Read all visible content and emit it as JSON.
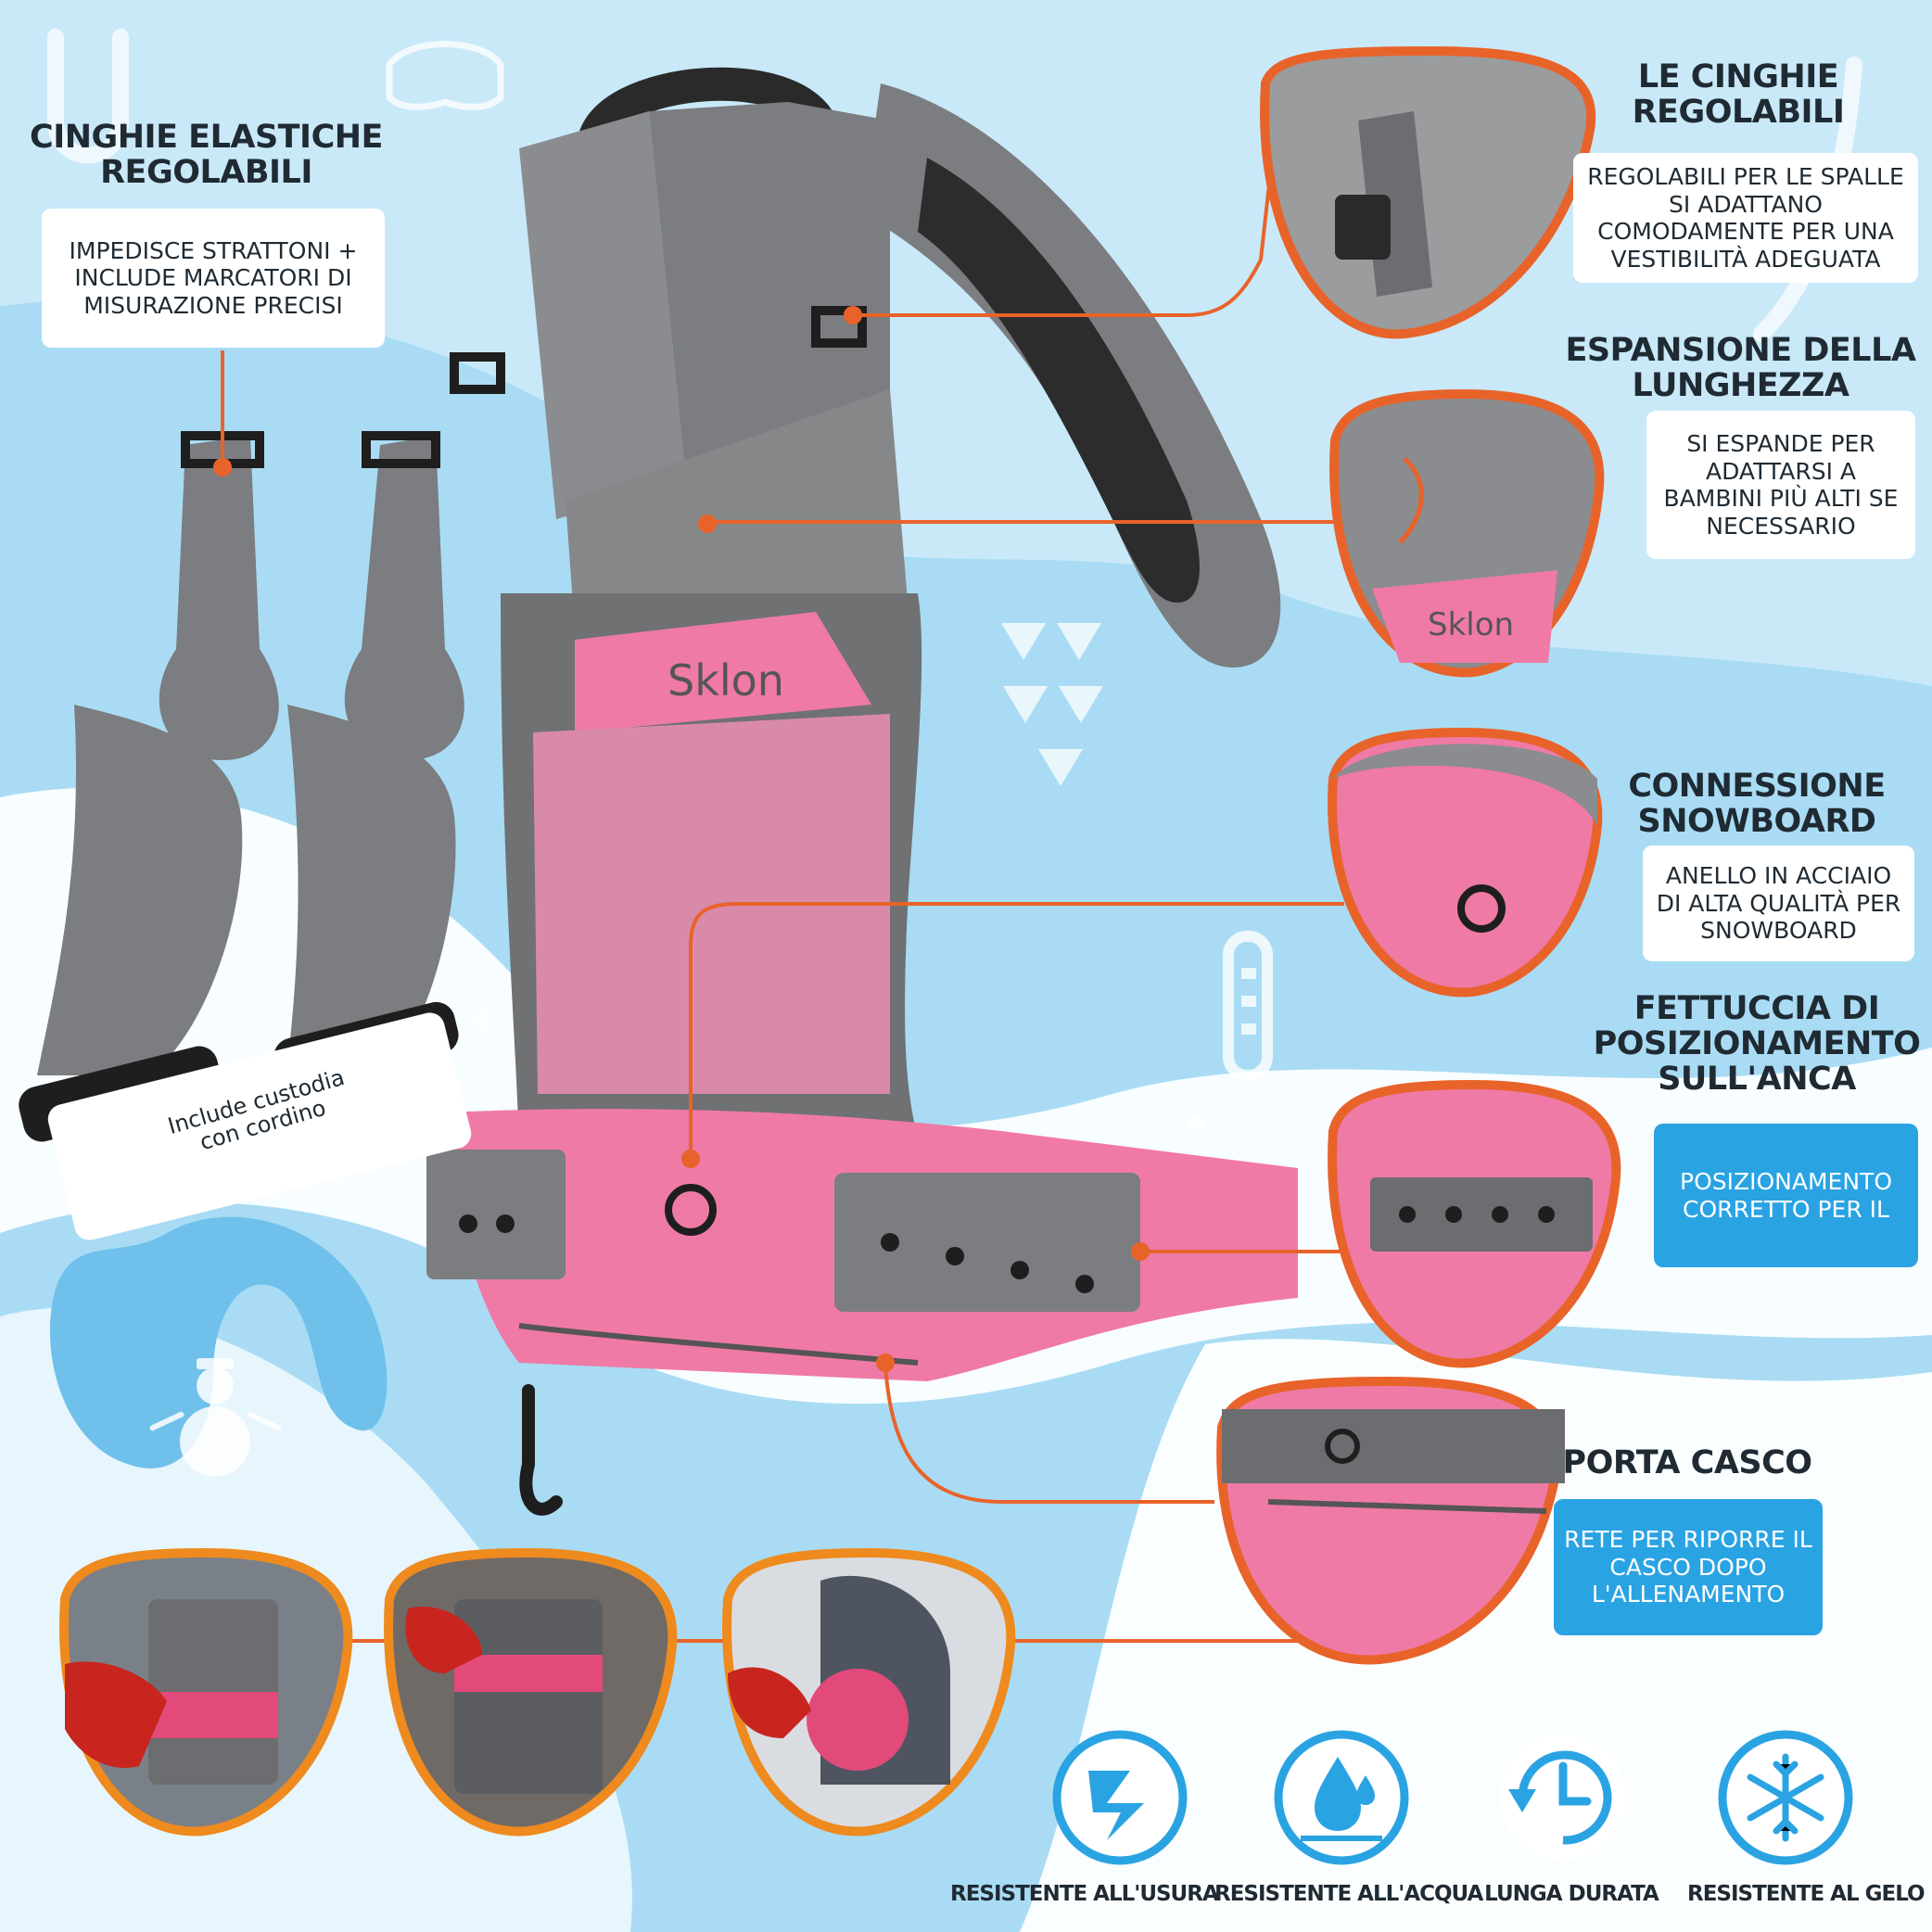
{
  "brand": "Sklon",
  "callouts": {
    "elastic": {
      "title": "CINGHIE ELASTICHE REGOLABILI",
      "text": "IMPEDISCE STRATTONI + INCLUDE MARCATORI DI MISURAZIONE PRECISI"
    },
    "shoulder": {
      "title": "LE CINGHIE REGOLABILI",
      "text": "REGOLABILI PER LE SPALLE SI ADATTANO COMODAMENTE PER UNA VESTIBILITÀ ADEGUATA"
    },
    "length": {
      "title": "ESPANSIONE DELLA LUNGHEZZA",
      "text": "SI ESPANDE PER ADATTARSI A BAMBINI PIÙ ALTI SE NECESSARIO"
    },
    "snowboard": {
      "title": "CONNESSIONE SNOWBOARD",
      "text": "ANELLO IN ACCIAIO DI ALTA QUALITÀ PER SNOWBOARD"
    },
    "hip": {
      "title": "FETTUCCIA DI POSIZIONAMENTO SULL'ANCA",
      "text": "POSIZIONAMENTO CORRETTO PER IL"
    },
    "helmet": {
      "title": "PORTA CASCO",
      "text": "RETE PER RIPORRE IL CASCO DOPO L'ALLENAMENTO"
    }
  },
  "pouch_note": {
    "line1": "Include custodia",
    "line2": "con cordino"
  },
  "features": [
    {
      "label": "RESISTENTE ALL'USURA",
      "icon": "wear-resistant-icon"
    },
    {
      "label": "RESISTENTE ALL'ACQUA",
      "icon": "water-resistant-icon"
    },
    {
      "label": "LUNGA DURATA",
      "icon": "long-lasting-icon"
    },
    {
      "label": "RESISTENTE AL GELO",
      "icon": "frost-resistant-icon"
    }
  ],
  "colors": {
    "background": "#a9dcf4",
    "accent": "#e8632a",
    "pink": "#ef7aa6",
    "gray": "#7b7d80",
    "feature_blue": "#2aa3e3",
    "text": "#1f2a33"
  }
}
